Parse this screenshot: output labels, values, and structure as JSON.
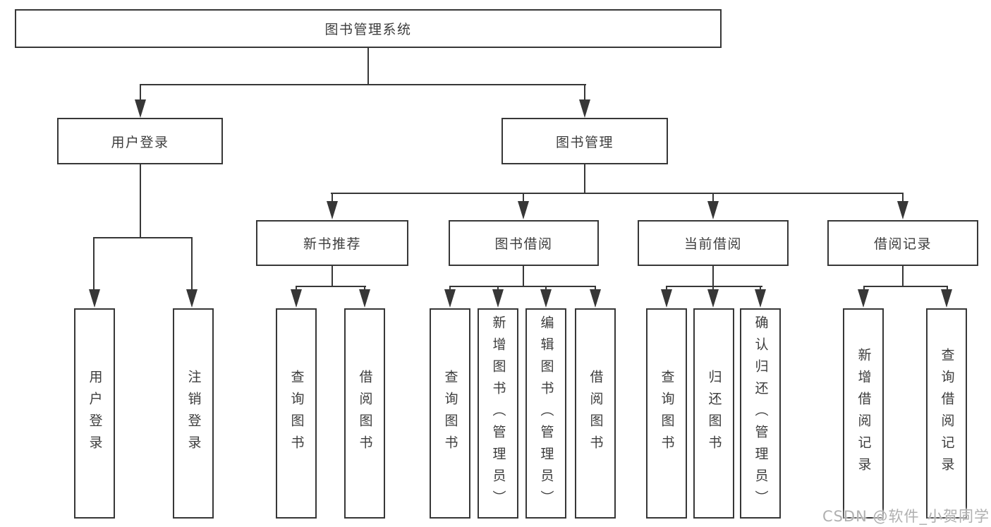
{
  "diagram": {
    "title": "图书管理系统",
    "level2": [
      "用户登录",
      "图书管理"
    ],
    "level3": [
      "新书推荐",
      "图书借阅",
      "当前借阅",
      "借阅记录"
    ],
    "leaves": {
      "user_login": [
        "用户登录",
        "注销登录"
      ],
      "new_book": [
        "查询图书",
        "借阅图书"
      ],
      "book_borrow": [
        "查询图书",
        "新增图书（管理员）",
        "编辑图书（管理员）",
        "借阅图书"
      ],
      "current_borrow": [
        "查询图书",
        "归还图书",
        "确认归还（管理员）"
      ],
      "borrow_record": [
        "新增借阅记录",
        "查询借阅记录"
      ]
    }
  },
  "watermark": "CSDN @软件_小贺同学",
  "colors": {
    "line": "#373737",
    "text": "#3d3d3d",
    "watermark": "#b0b0b0",
    "background": "#ffffff"
  }
}
